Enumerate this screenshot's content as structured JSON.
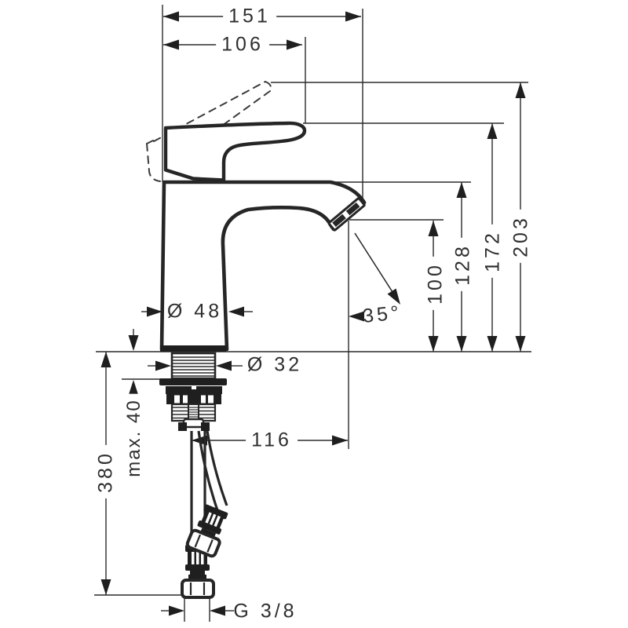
{
  "figure": {
    "type": "technical-dimension-drawing",
    "subject": "single-lever basin mixer faucet, side elevation with mounting hardware and supply hoses",
    "colors": {
      "ink": "#2a2a2a",
      "background": "#ffffff"
    },
    "dims": {
      "reach_total": "151",
      "reach_handle": "106",
      "height_lever_max": "203",
      "height_lever": "172",
      "height_spout": "128",
      "height_outlet": "100",
      "body_diameter": "Ø 48",
      "shank_diameter": "Ø 32",
      "spray_angle": "35°",
      "outlet_offset": "116",
      "max_mount_thickness": "max. 40",
      "hose_length": "380",
      "thread_size": "G 3/8"
    }
  }
}
